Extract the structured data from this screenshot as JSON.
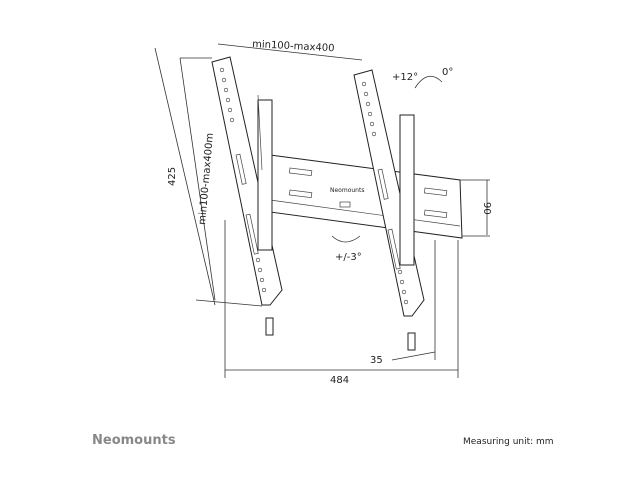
{
  "diagram": {
    "dimensions": {
      "vesa_width": "min100-max400",
      "total_height": "425",
      "vesa_height": "min100-max400m",
      "rail_height": "90",
      "total_width": "484",
      "depth": "35"
    },
    "angles": {
      "tilt_forward": "+12°",
      "tilt_zero": "0°",
      "rotation": "+/-3°"
    },
    "rail_logo": "Neomounts"
  },
  "footer": {
    "brand": "Neomounts",
    "measuring_unit": "Measuring unit: mm"
  },
  "colors": {
    "line": "#222222",
    "brand_gray": "#888888"
  }
}
